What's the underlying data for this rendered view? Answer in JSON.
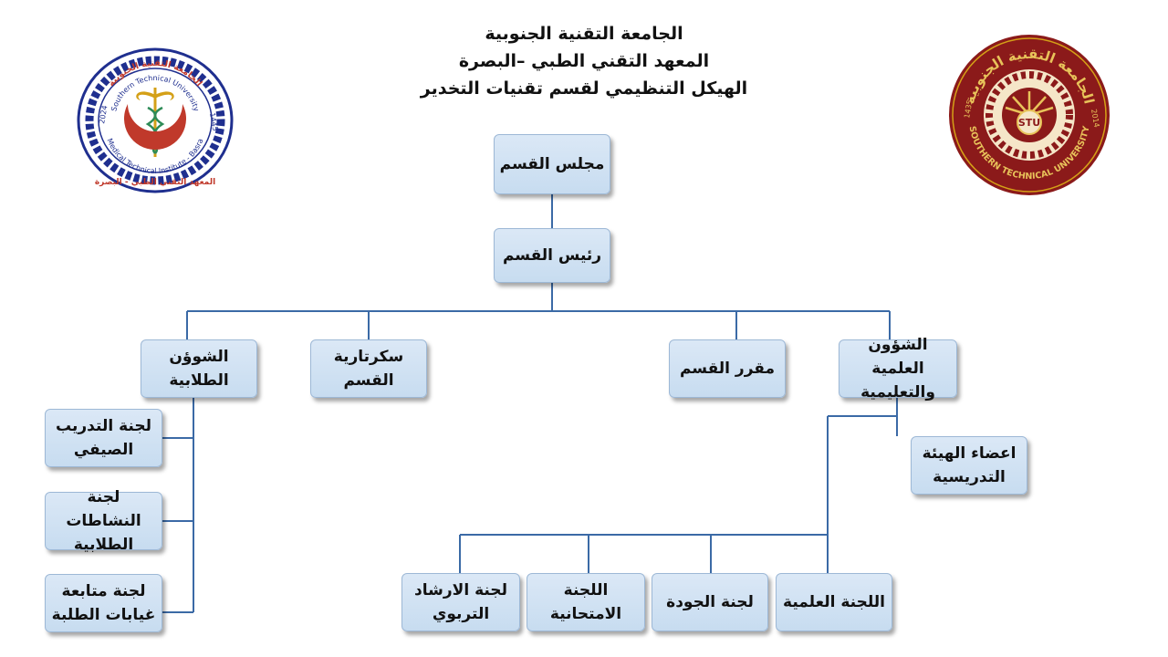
{
  "header": {
    "line1": "الجامعة التقنية الجنوبية",
    "line2": "المعهد التقني الطبي –البصرة",
    "line3": "الهيكل التنظيمي لقسم تقنيات التخدير"
  },
  "logos": {
    "left": {
      "text_ar": "المعهد التقني الطبي - البصرة",
      "text_en": "Southern Technical University",
      "text_en2": "Medical Technical Institute - Basra",
      "text_ar_top": "الجامعة التقنية الجنوبية",
      "year": "2024",
      "year_h": "1445",
      "color": "#1f2f8f"
    },
    "right": {
      "text_ar": "الجامعة التقنية الجنوبية",
      "text_en": "SOUTHERN TECHNICAL UNIVERSITY",
      "year": "2014",
      "year_h": "1435",
      "color": "#8b1a1a"
    }
  },
  "nodes": {
    "council": "مجلس القسم",
    "head": "رئيس القسم",
    "sci_affairs": "الشؤون العلمية والتعليمية",
    "rapporteur": "مقرر القسم",
    "secretariat": "سكرتارية القسم",
    "student_affairs": "الشوؤن الطلابية",
    "faculty": "اعضاء الهيئة التدريسية",
    "sci_committee": "اللجنة العلمية",
    "quality": "لجنة الجودة",
    "exam": "اللجنة الامتحانية",
    "guidance": "لجنة الارشاد التربوي",
    "training": "لجنة التدريب الصيفي",
    "activities": "لجنة النشاطات الطلابية",
    "absence": "لجنة متابعة غيابات الطلبة"
  }
}
